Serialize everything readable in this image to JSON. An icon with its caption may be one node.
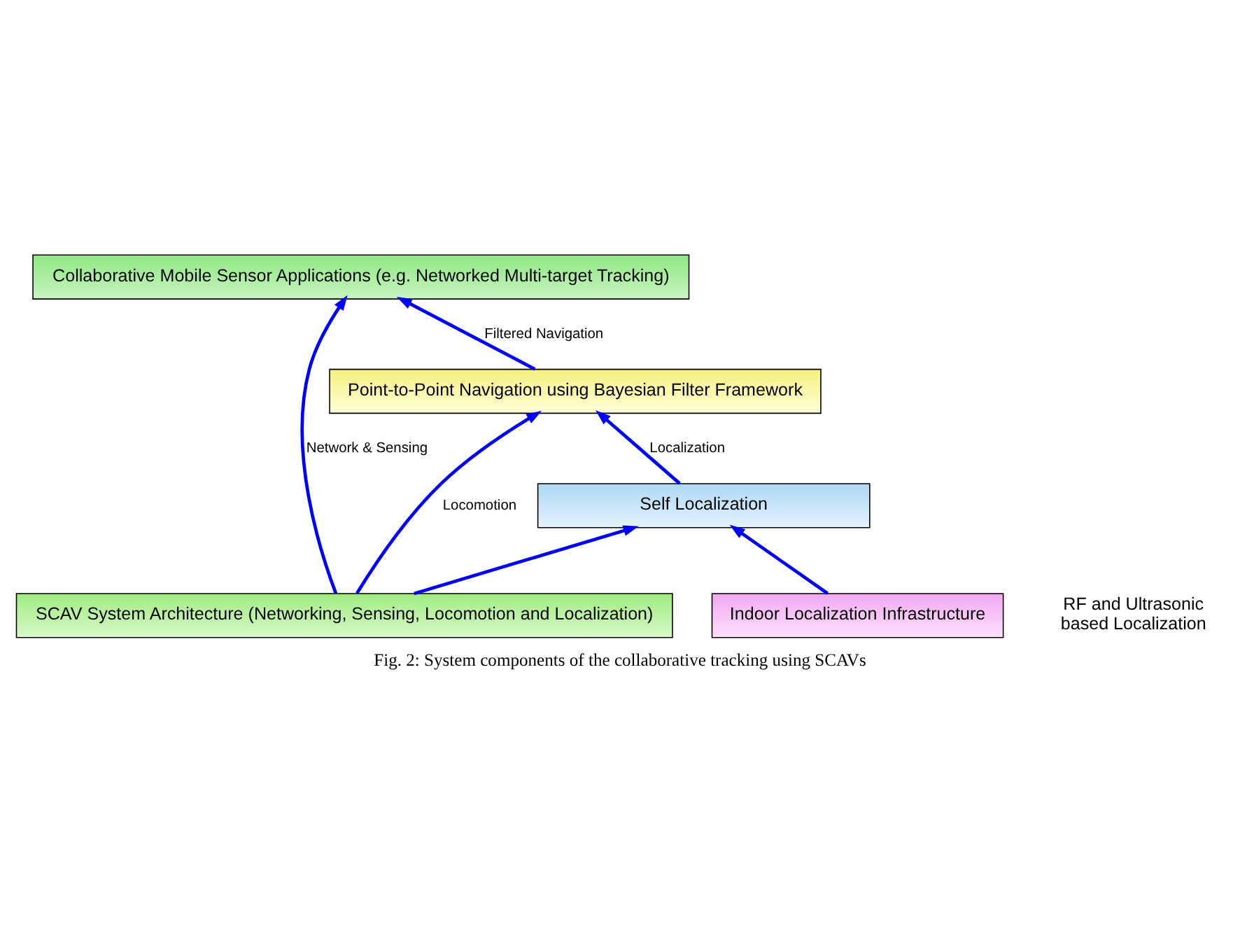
{
  "diagram": {
    "caption": "Fig. 2: System components of the collaborative tracking using SCAVs",
    "nodes": [
      {
        "text": [
          "Collaborative Mobile Sensor Applications (e.g. Networked Multi-target Tracking)"
        ]
      },
      {
        "text": [
          "Point-to-Point Navigation using Bayesian Filter Framework"
        ]
      },
      {
        "text": [
          "Self Localization"
        ]
      },
      {
        "text": [
          "SCAV System Architecture (Networking, Sensing, Locomotion and Localization)"
        ]
      },
      {
        "text": [
          "Indoor Localization Infrastructure"
        ]
      }
    ],
    "edges": [
      {
        "from": 3,
        "to": 0,
        "arrow": "to",
        "label": "Network & Sensing"
      },
      {
        "from": 3,
        "to": 1,
        "arrow": "to",
        "label": "Locomotion"
      },
      {
        "from": 3,
        "to": 2,
        "arrow": "to"
      },
      {
        "from": 4,
        "to": 2,
        "arrow": "to"
      },
      {
        "from": 2,
        "to": 1,
        "arrow": "to",
        "label": "Localization"
      },
      {
        "from": 1,
        "to": 0,
        "arrow": "to",
        "label": "Filtered Navigation"
      }
    ],
    "labels": [
      "RF and Ultrasonic based Localization"
    ]
  }
}
